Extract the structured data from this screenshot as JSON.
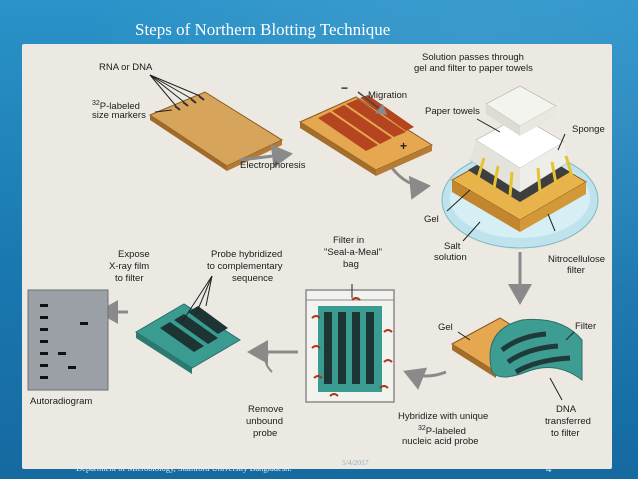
{
  "slide": {
    "title": "Steps of Northern Blotting Technique",
    "footer_department": "Department of Microbiology, Stamford University Bangladesh.",
    "footer_date": "5/4/2017",
    "page_number": "4"
  },
  "diagram": {
    "labels": {
      "rna_or_dna": "RNA or DNA",
      "p32_prefix": "32",
      "size_markers_1": "P-labeled",
      "size_markers_2": "size markers",
      "electrophoresis": "Electrophoresis",
      "migration": "Migration",
      "solution_passes_1": "Solution passes through",
      "solution_passes_2": "gel and filter to paper towels",
      "paper_towels": "Paper towels",
      "sponge": "Sponge",
      "gel_top": "Gel",
      "salt_solution_1": "Salt",
      "salt_solution_2": "solution",
      "nitrocellulose_1": "Nitrocellulose",
      "nitrocellulose_2": "filter",
      "filter_bag_1": "Filter in",
      "filter_bag_2": "\"Seal-a-Meal\"",
      "filter_bag_3": "bag",
      "probe_hybridized_1": "Probe hybridized",
      "probe_hybridized_2": "to complementary",
      "probe_hybridized_3": "sequence",
      "expose_1": "Expose",
      "expose_2": "X-ray film",
      "expose_3": "to filter",
      "autoradiogram": "Autoradiogram",
      "remove_1": "Remove",
      "remove_2": "unbound",
      "remove_3": "probe",
      "hybridize_1": "Hybridize with unique",
      "hybridize_2": "P-labeled",
      "hybridize_3": "nucleic acid probe",
      "gel_bottom": "Gel",
      "filter": "Filter",
      "dna_transferred_1": "DNA",
      "dna_transferred_2": "transferred",
      "dna_transferred_3": "to filter"
    }
  }
}
